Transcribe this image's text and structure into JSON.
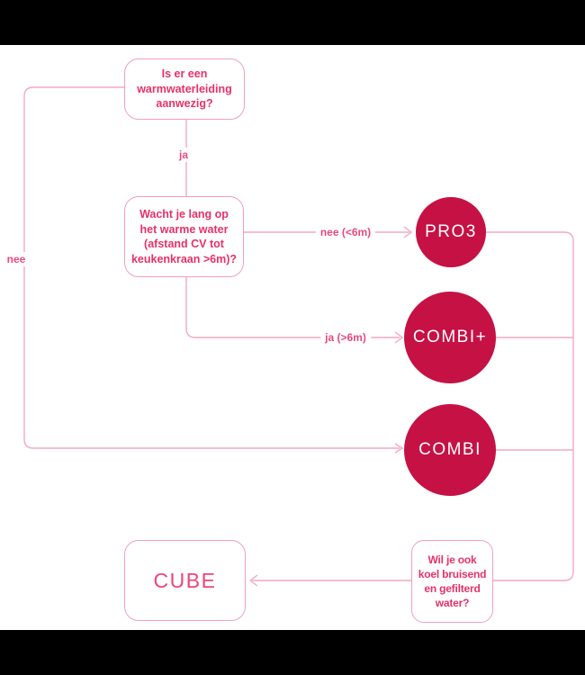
{
  "colors": {
    "canvas_bg": "#ffffff",
    "letterbox": "#000000",
    "line": "#f4a9bf",
    "box_border": "#f2a0b8",
    "box_text": "#e73168",
    "label_text": "#e84a7d",
    "circle_fill": "#c61144",
    "circle_text": "#ffffff",
    "cube_text": "#ec4679"
  },
  "flowchart": {
    "question_1": [
      "Is er een",
      "warmwaterleiding",
      "aanwezig?"
    ],
    "question_2": [
      "Wacht je lang op",
      "het warme water",
      "(afstand CV tot",
      "keukenkraan >6m)?"
    ],
    "question_3": [
      "Wil je ook",
      "koel bruisend",
      "en gefilterd",
      "water?"
    ],
    "product_pro3": "PRO3",
    "product_combi_plus": "COMBI+",
    "product_combi": "COMBI",
    "product_cube": "CUBE",
    "label_ja": "ja",
    "label_nee": "nee",
    "label_nee_lt_6m": "nee (<6m)",
    "label_ja_gt_6m": "ja (>6m)"
  }
}
